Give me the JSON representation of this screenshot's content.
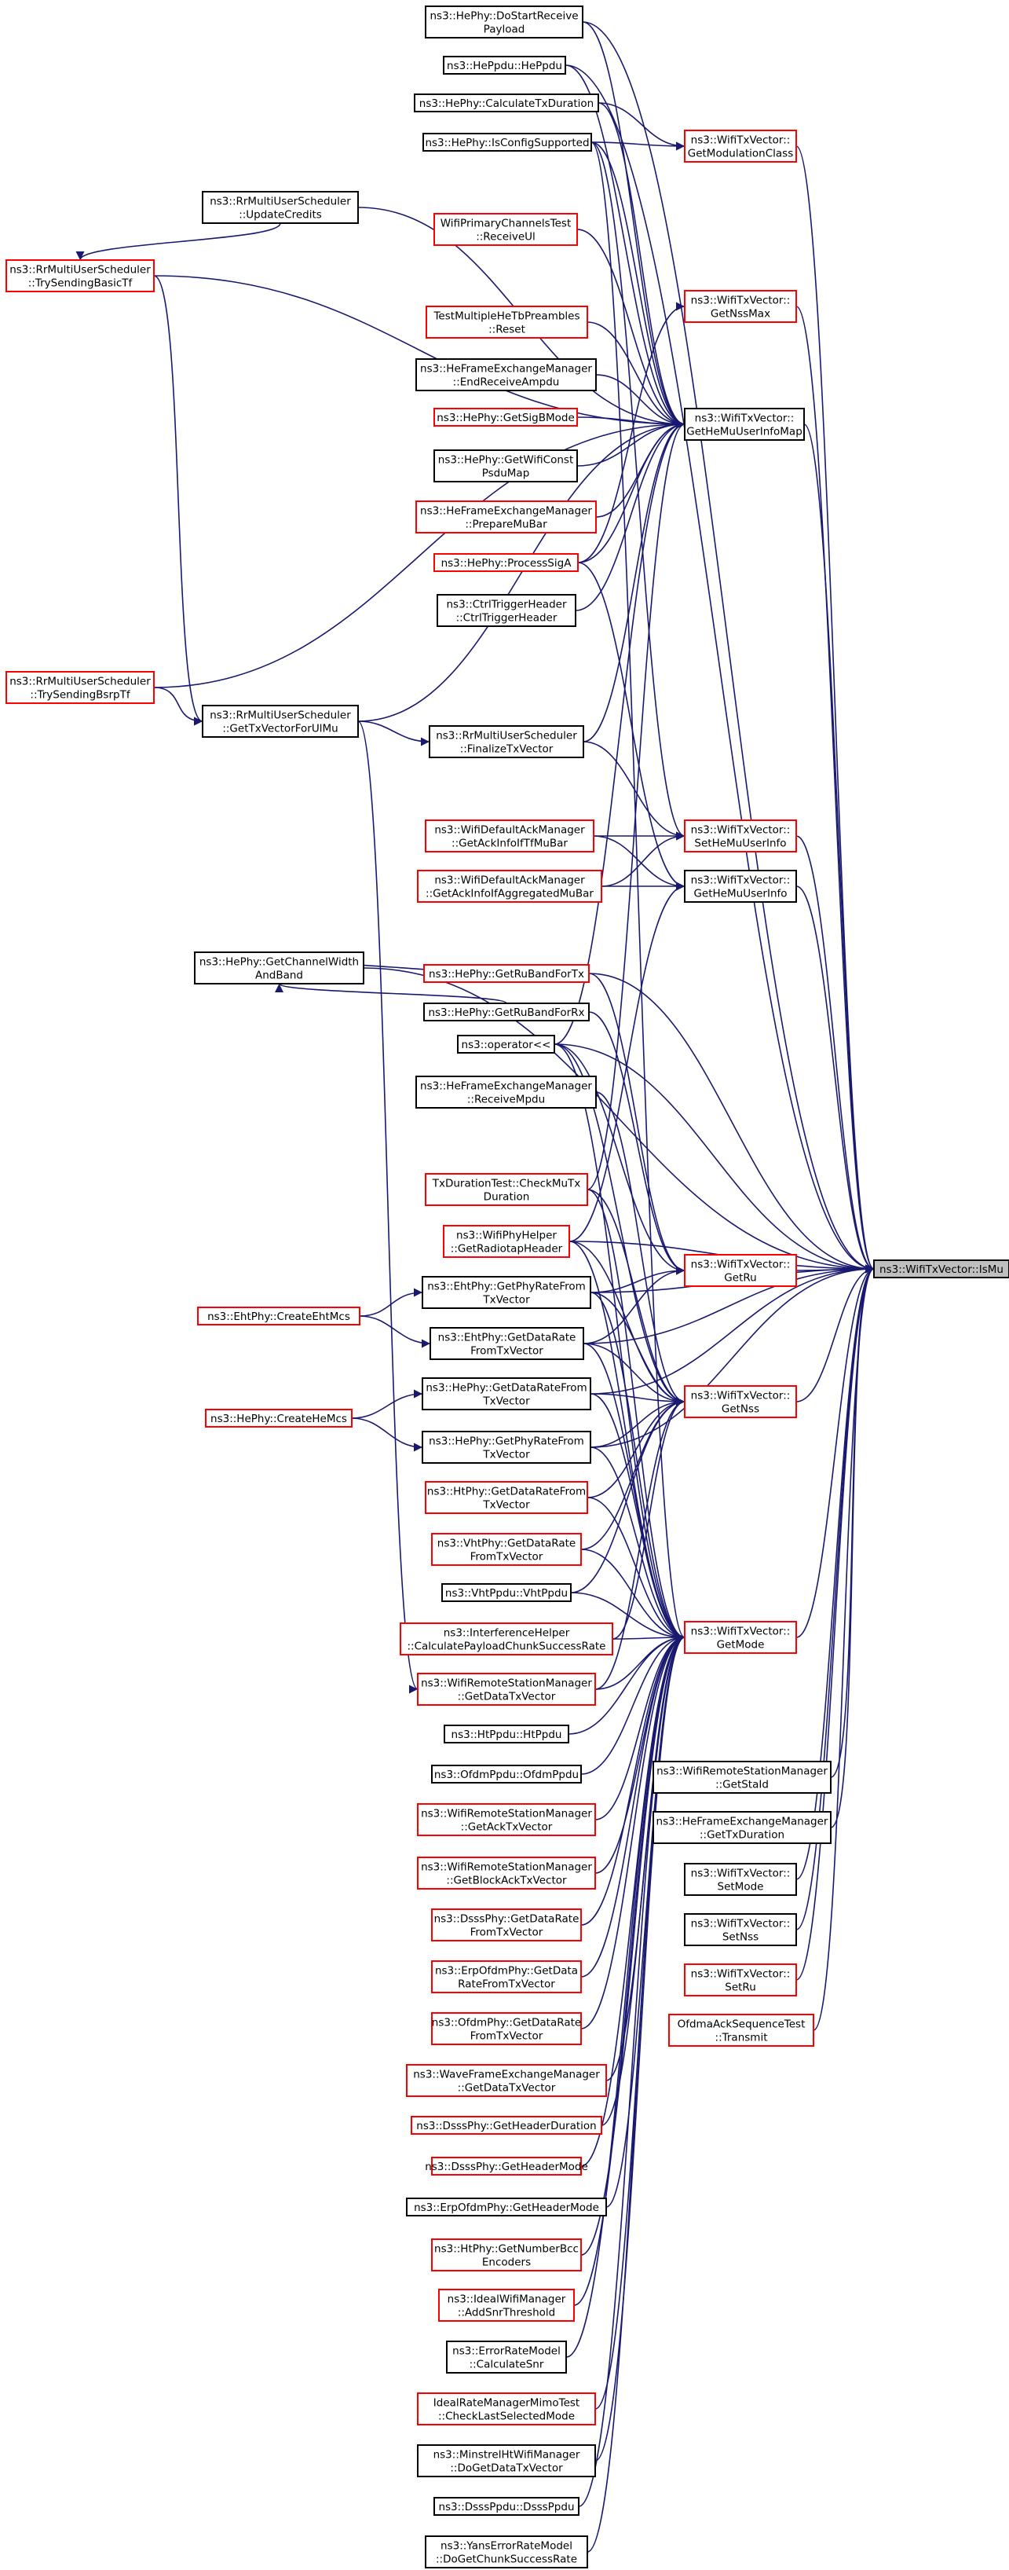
{
  "colors": {
    "edge": "#191970",
    "internal_border": "#000000",
    "unresolved_border": "#ff0000",
    "root_fill": "#bfbfbf"
  },
  "nodes": [
    {
      "id": "root",
      "lines": [
        "ns3::WifiTxVector::IsMu"
      ],
      "border": "black",
      "root": true
    },
    {
      "id": "getmodclass",
      "lines": [
        "ns3::WifiTxVector::",
        "GetModulationClass"
      ],
      "border": "red"
    },
    {
      "id": "getnssmax",
      "lines": [
        "ns3::WifiTxVector::",
        "GetNssMax"
      ],
      "border": "red"
    },
    {
      "id": "getmuinfomap",
      "lines": [
        "ns3::WifiTxVector::",
        "GetHeMuUserInfoMap"
      ],
      "border": "black"
    },
    {
      "id": "setheinfo",
      "lines": [
        "ns3::WifiTxVector::",
        "SetHeMuUserInfo"
      ],
      "border": "red"
    },
    {
      "id": "getheinfo",
      "lines": [
        "ns3::WifiTxVector::",
        "GetHeMuUserInfo"
      ],
      "border": "black"
    },
    {
      "id": "getru",
      "lines": [
        "ns3::WifiTxVector::",
        "GetRu"
      ],
      "border": "red"
    },
    {
      "id": "getnss",
      "lines": [
        "ns3::WifiTxVector::",
        "GetNss"
      ],
      "border": "red"
    },
    {
      "id": "getmode",
      "lines": [
        "ns3::WifiTxVector::",
        "GetMode"
      ],
      "border": "red"
    },
    {
      "id": "wrsm_getstaid",
      "lines": [
        "ns3::WifiRemoteStationManager",
        "::GetStaId"
      ],
      "border": "black"
    },
    {
      "id": "hefem_gettxdur",
      "lines": [
        "ns3::HeFrameExchangeManager",
        "::GetTxDuration"
      ],
      "border": "black"
    },
    {
      "id": "setmode",
      "lines": [
        "ns3::WifiTxVector::",
        "SetMode"
      ],
      "border": "black"
    },
    {
      "id": "setnss",
      "lines": [
        "ns3::WifiTxVector::",
        "SetNss"
      ],
      "border": "black"
    },
    {
      "id": "setru",
      "lines": [
        "ns3::WifiTxVector::",
        "SetRu"
      ],
      "border": "red"
    },
    {
      "id": "ofdmack",
      "lines": [
        "OfdmaAckSequenceTest",
        "::Transmit"
      ],
      "border": "red"
    },
    {
      "id": "hephy_dostart",
      "lines": [
        "ns3::HePhy::DoStartReceive",
        "Payload"
      ],
      "border": "black"
    },
    {
      "id": "heppdu",
      "lines": [
        "ns3::HePpdu::HePpdu"
      ],
      "border": "black"
    },
    {
      "id": "calctxdur",
      "lines": [
        "ns3::HePhy::CalculateTxDuration"
      ],
      "border": "black"
    },
    {
      "id": "isconfig",
      "lines": [
        "ns3::HePhy::IsConfigSupported"
      ],
      "border": "black"
    },
    {
      "id": "updcredits",
      "lines": [
        "ns3::RrMultiUserScheduler",
        "::UpdateCredits"
      ],
      "border": "black"
    },
    {
      "id": "trysendingbasic",
      "lines": [
        "ns3::RrMultiUserScheduler",
        "::TrySendingBasicTf"
      ],
      "border": "red"
    },
    {
      "id": "primchan",
      "lines": [
        "WifiPrimaryChannelsTest",
        "::ReceiveUl"
      ],
      "border": "red"
    },
    {
      "id": "testmulti",
      "lines": [
        "TestMultipleHeTbPreambles",
        "::Reset"
      ],
      "border": "red"
    },
    {
      "id": "endrecv",
      "lines": [
        "ns3::HeFrameExchangeManager",
        "::EndReceiveAmpdu"
      ],
      "border": "black"
    },
    {
      "id": "getsigb",
      "lines": [
        "ns3::HePhy::GetSigBMode"
      ],
      "border": "red"
    },
    {
      "id": "getwificonst",
      "lines": [
        "ns3::HePhy::GetWifiConst",
        "PsduMap"
      ],
      "border": "black"
    },
    {
      "id": "preparemubar",
      "lines": [
        "ns3::HeFrameExchangeManager",
        "::PrepareMuBar"
      ],
      "border": "red"
    },
    {
      "id": "processsiga",
      "lines": [
        "ns3::HePhy::ProcessSigA"
      ],
      "border": "red"
    },
    {
      "id": "ctrltrigger",
      "lines": [
        "ns3::CtrlTriggerHeader",
        "::CtrlTriggerHeader"
      ],
      "border": "black"
    },
    {
      "id": "trysendingbsrp",
      "lines": [
        "ns3::RrMultiUserScheduler",
        "::TrySendingBsrpTf"
      ],
      "border": "red"
    },
    {
      "id": "gettxvecul",
      "lines": [
        "ns3::RrMultiUserScheduler",
        "::GetTxVectorForUlMu"
      ],
      "border": "black"
    },
    {
      "id": "finalizetx",
      "lines": [
        "ns3::RrMultiUserScheduler",
        "::FinalizeTxVector"
      ],
      "border": "black"
    },
    {
      "id": "getacktf",
      "lines": [
        "ns3::WifiDefaultAckManager",
        "::GetAckInfoIfTfMuBar"
      ],
      "border": "red"
    },
    {
      "id": "getackagg",
      "lines": [
        "ns3::WifiDefaultAckManager",
        "::GetAckInfoIfAggregatedMuBar"
      ],
      "border": "red"
    },
    {
      "id": "getchanwidth",
      "lines": [
        "ns3::HePhy::GetChannelWidth",
        "AndBand"
      ],
      "border": "black"
    },
    {
      "id": "getrutx",
      "lines": [
        "ns3::HePhy::GetRuBandForTx"
      ],
      "border": "red"
    },
    {
      "id": "getrurx",
      "lines": [
        "ns3::HePhy::GetRuBandForRx"
      ],
      "border": "black"
    },
    {
      "id": "operator",
      "lines": [
        "ns3::operator<<"
      ],
      "border": "black"
    },
    {
      "id": "recvmpdu",
      "lines": [
        "ns3::HeFrameExchangeManager",
        "::ReceiveMpdu"
      ],
      "border": "black"
    },
    {
      "id": "txdurtest",
      "lines": [
        "TxDurationTest::CheckMuTx",
        "Duration"
      ],
      "border": "red"
    },
    {
      "id": "radiotap",
      "lines": [
        "ns3::WifiPhyHelper",
        "::GetRadiotapHeader"
      ],
      "border": "red"
    },
    {
      "id": "ehtphyrate",
      "lines": [
        "ns3::EhtPhy::GetPhyRateFrom",
        "TxVector"
      ],
      "border": "black"
    },
    {
      "id": "ehtdatarate",
      "lines": [
        "ns3::EhtPhy::GetDataRate",
        "FromTxVector"
      ],
      "border": "black"
    },
    {
      "id": "createehtmcs",
      "lines": [
        "ns3::EhtPhy::CreateEhtMcs"
      ],
      "border": "red"
    },
    {
      "id": "hephydatarate",
      "lines": [
        "ns3::HePhy::GetDataRateFrom",
        "TxVector"
      ],
      "border": "black"
    },
    {
      "id": "createhemcs",
      "lines": [
        "ns3::HePhy::CreateHeMcs"
      ],
      "border": "red"
    },
    {
      "id": "hephyphyrate",
      "lines": [
        "ns3::HePhy::GetPhyRateFrom",
        "TxVector"
      ],
      "border": "black"
    },
    {
      "id": "htphydatarate",
      "lines": [
        "ns3::HtPhy::GetDataRateFrom",
        "TxVector"
      ],
      "border": "red"
    },
    {
      "id": "vhtphydatarate",
      "lines": [
        "ns3::VhtPhy::GetDataRate",
        "FromTxVector"
      ],
      "border": "red"
    },
    {
      "id": "vhtppdu",
      "lines": [
        "ns3::VhtPpdu::VhtPpdu"
      ],
      "border": "black"
    },
    {
      "id": "interfhelper",
      "lines": [
        "ns3::InterferenceHelper",
        "::CalculatePayloadChunkSuccessRate"
      ],
      "border": "red"
    },
    {
      "id": "wrsm_getdatatx",
      "lines": [
        "ns3::WifiRemoteStationManager",
        "::GetDataTxVector"
      ],
      "border": "red"
    },
    {
      "id": "htppdu",
      "lines": [
        "ns3::HtPpdu::HtPpdu"
      ],
      "border": "black"
    },
    {
      "id": "ofdmppdu",
      "lines": [
        "ns3::OfdmPpdu::OfdmPpdu"
      ],
      "border": "black"
    },
    {
      "id": "wrsm_getack",
      "lines": [
        "ns3::WifiRemoteStationManager",
        "::GetAckTxVector"
      ],
      "border": "red"
    },
    {
      "id": "wrsm_getblockack",
      "lines": [
        "ns3::WifiRemoteStationManager",
        "::GetBlockAckTxVector"
      ],
      "border": "red"
    },
    {
      "id": "dsssdatarate",
      "lines": [
        "ns3::DsssPhy::GetDataRate",
        "FromTxVector"
      ],
      "border": "red"
    },
    {
      "id": "erpofdmdatarate",
      "lines": [
        "ns3::ErpOfdmPhy::GetData",
        "RateFromTxVector"
      ],
      "border": "red"
    },
    {
      "id": "ofdmdatarate",
      "lines": [
        "ns3::OfdmPhy::GetDataRate",
        "FromTxVector"
      ],
      "border": "red"
    },
    {
      "id": "wavefem",
      "lines": [
        "ns3::WaveFrameExchangeManager",
        "::GetDataTxVector"
      ],
      "border": "red"
    },
    {
      "id": "dsssheaderdur",
      "lines": [
        "ns3::DsssPhy::GetHeaderDuration"
      ],
      "border": "red"
    },
    {
      "id": "dsssheadermode",
      "lines": [
        "ns3::DsssPhy::GetHeaderMode"
      ],
      "border": "red"
    },
    {
      "id": "erpheadermode",
      "lines": [
        "ns3::ErpOfdmPhy::GetHeaderMode"
      ],
      "border": "black"
    },
    {
      "id": "htnumbcc",
      "lines": [
        "ns3::HtPhy::GetNumberBcc",
        "Encoders"
      ],
      "border": "red"
    },
    {
      "id": "idealaddsnr",
      "lines": [
        "ns3::IdealWifiManager",
        "::AddSnrThreshold"
      ],
      "border": "red"
    },
    {
      "id": "errcalcsnr",
      "lines": [
        "ns3::ErrorRateModel",
        "::CalculateSnr"
      ],
      "border": "black"
    },
    {
      "id": "idealtest",
      "lines": [
        "IdealRateManagerMimoTest",
        "::CheckLastSelectedMode"
      ],
      "border": "red"
    },
    {
      "id": "minstrel",
      "lines": [
        "ns3::MinstrelHtWifiManager",
        "::DoGetDataTxVector"
      ],
      "border": "black"
    },
    {
      "id": "dsssppdu",
      "lines": [
        "ns3::DsssPpdu::DsssPpdu"
      ],
      "border": "black"
    },
    {
      "id": "yanserr",
      "lines": [
        "ns3::YansErrorRateModel",
        "::DoGetChunkSuccessRate"
      ],
      "border": "black"
    }
  ],
  "edges": [
    [
      "getmodclass",
      "root"
    ],
    [
      "getnssmax",
      "root"
    ],
    [
      "getmuinfomap",
      "root"
    ],
    [
      "setheinfo",
      "root"
    ],
    [
      "getheinfo",
      "root"
    ],
    [
      "getru",
      "root"
    ],
    [
      "getnss",
      "root"
    ],
    [
      "getmode",
      "root"
    ],
    [
      "wrsm_getstaid",
      "root"
    ],
    [
      "hefem_gettxdur",
      "root"
    ],
    [
      "setmode",
      "root"
    ],
    [
      "setnss",
      "root"
    ],
    [
      "setru",
      "root"
    ],
    [
      "ofdmack",
      "root"
    ],
    [
      "hephy_dostart",
      "root"
    ],
    [
      "heppdu",
      "root"
    ],
    [
      "getchanwidth",
      "root"
    ],
    [
      "getrutx",
      "root"
    ],
    [
      "operator",
      "root"
    ],
    [
      "ehtphyrate",
      "root"
    ],
    [
      "hephyphyrate",
      "root"
    ],
    [
      "ehtdatarate",
      "root"
    ],
    [
      "hephydatarate",
      "root"
    ],
    [
      "radiotap",
      "root"
    ],
    [
      "calctxdur",
      "getmodclass"
    ],
    [
      "isconfig",
      "getmodclass"
    ],
    [
      "processsiga",
      "getnssmax"
    ],
    [
      "hephy_dostart",
      "getmuinfomap"
    ],
    [
      "heppdu",
      "getmuinfomap"
    ],
    [
      "calctxdur",
      "getmuinfomap"
    ],
    [
      "isconfig",
      "getmuinfomap"
    ],
    [
      "updcredits",
      "getmuinfomap"
    ],
    [
      "trysendingbasic",
      "getmuinfomap"
    ],
    [
      "primchan",
      "getmuinfomap"
    ],
    [
      "testmulti",
      "getmuinfomap"
    ],
    [
      "endrecv",
      "getmuinfomap"
    ],
    [
      "getsigb",
      "getmuinfomap"
    ],
    [
      "getwificonst",
      "getmuinfomap"
    ],
    [
      "preparemubar",
      "getmuinfomap"
    ],
    [
      "processsiga",
      "getmuinfomap"
    ],
    [
      "ctrltrigger",
      "getmuinfomap"
    ],
    [
      "trysendingbsrp",
      "getmuinfomap"
    ],
    [
      "gettxvecul",
      "getmuinfomap"
    ],
    [
      "finalizetx",
      "getmuinfomap"
    ],
    [
      "operator",
      "getmuinfomap"
    ],
    [
      "txdurtest",
      "getmuinfomap"
    ],
    [
      "finalizetx",
      "setheinfo"
    ],
    [
      "getacktf",
      "setheinfo"
    ],
    [
      "getackagg",
      "setheinfo"
    ],
    [
      "isconfig",
      "setheinfo"
    ],
    [
      "getacktf",
      "getheinfo"
    ],
    [
      "getackagg",
      "getheinfo"
    ],
    [
      "processsiga",
      "getheinfo"
    ],
    [
      "radiotap",
      "getheinfo"
    ],
    [
      "getrutx",
      "getru"
    ],
    [
      "getrurx",
      "getru"
    ],
    [
      "operator",
      "getru"
    ],
    [
      "ehtphyrate",
      "getru"
    ],
    [
      "ehtdatarate",
      "getru"
    ],
    [
      "operator",
      "getnss"
    ],
    [
      "recvmpdu",
      "getnss"
    ],
    [
      "radiotap",
      "getnss"
    ],
    [
      "ehtphyrate",
      "getnss"
    ],
    [
      "ehtdatarate",
      "getnss"
    ],
    [
      "hephydatarate",
      "getnss"
    ],
    [
      "hephyphyrate",
      "getnss"
    ],
    [
      "htphydatarate",
      "getnss"
    ],
    [
      "vhtphydatarate",
      "getnss"
    ],
    [
      "vhtppdu",
      "getnss"
    ],
    [
      "interfhelper",
      "getnss"
    ],
    [
      "wrsm_getdatatx",
      "getnss"
    ],
    [
      "txdurtest",
      "getnss"
    ],
    [
      "isconfig",
      "getmode"
    ],
    [
      "operator",
      "getmode"
    ],
    [
      "txdurtest",
      "getmode"
    ],
    [
      "radiotap",
      "getmode"
    ],
    [
      "ehtphyrate",
      "getmode"
    ],
    [
      "ehtdatarate",
      "getmode"
    ],
    [
      "hephydatarate",
      "getmode"
    ],
    [
      "hephyphyrate",
      "getmode"
    ],
    [
      "htphydatarate",
      "getmode"
    ],
    [
      "vhtphydatarate",
      "getmode"
    ],
    [
      "vhtppdu",
      "getmode"
    ],
    [
      "interfhelper",
      "getmode"
    ],
    [
      "wrsm_getdatatx",
      "getmode"
    ],
    [
      "htppdu",
      "getmode"
    ],
    [
      "ofdmppdu",
      "getmode"
    ],
    [
      "wrsm_getack",
      "getmode"
    ],
    [
      "wrsm_getblockack",
      "getmode"
    ],
    [
      "dsssdatarate",
      "getmode"
    ],
    [
      "erpofdmdatarate",
      "getmode"
    ],
    [
      "ofdmdatarate",
      "getmode"
    ],
    [
      "wavefem",
      "getmode"
    ],
    [
      "dsssheaderdur",
      "getmode"
    ],
    [
      "dsssheadermode",
      "getmode"
    ],
    [
      "erpheadermode",
      "getmode"
    ],
    [
      "htnumbcc",
      "getmode"
    ],
    [
      "idealaddsnr",
      "getmode"
    ],
    [
      "errcalcsnr",
      "getmode"
    ],
    [
      "idealtest",
      "getmode"
    ],
    [
      "minstrel",
      "getmode"
    ],
    [
      "dsssppdu",
      "getmode"
    ],
    [
      "yanserr",
      "getmode"
    ],
    [
      "trysendingbasic",
      "gettxvecul"
    ],
    [
      "trysendingbsrp",
      "gettxvecul"
    ],
    [
      "gettxvecul",
      "finalizetx"
    ],
    [
      "gettxvecul",
      "wrsm_getdatatx"
    ],
    [
      "updcredits",
      "trysendingbasic"
    ],
    [
      "getrutx",
      "getchanwidth"
    ],
    [
      "getrurx",
      "getchanwidth"
    ],
    [
      "createehtmcs",
      "ehtphyrate"
    ],
    [
      "createehtmcs",
      "ehtdatarate"
    ],
    [
      "createhemcs",
      "hephydatarate"
    ],
    [
      "createhemcs",
      "hephyphyrate"
    ]
  ]
}
